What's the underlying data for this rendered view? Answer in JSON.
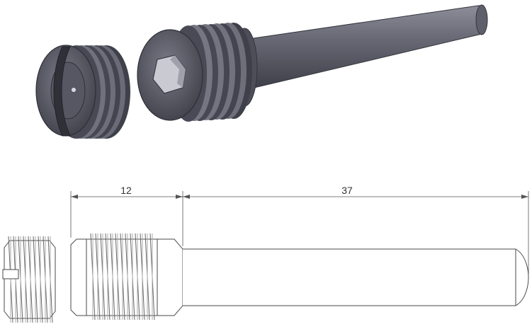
{
  "colors": {
    "background": "#ffffff",
    "metal_dark": "#44454f",
    "metal_mid": "#6b6c78",
    "metal_light": "#9a9ba6",
    "hex_socket": "#c9cad2",
    "line_art": "#4a4a4a",
    "dimension": "#555555"
  },
  "dimensions": {
    "thread_length": "12",
    "pin_length": "37"
  },
  "views": {
    "render": [
      "slotted-set-screw",
      "threaded-pin-with-hex-socket"
    ],
    "drawing": [
      "slotted-set-screw-side",
      "threaded-pin-side"
    ]
  }
}
